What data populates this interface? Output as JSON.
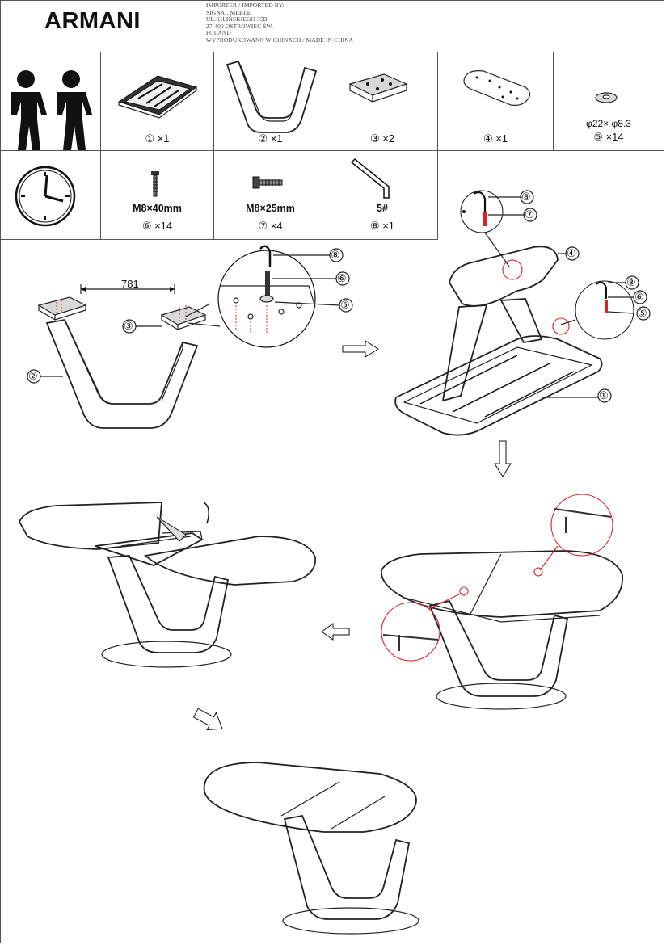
{
  "header": {
    "title": "ARMANI",
    "importer_lines": [
      "IMPORTER / IMPORTED BY:",
      "SIGNAL MEBLE",
      "UL.KILIŃSKIEGO 35B",
      "27-400 OSTROWIEC ŚW.",
      "POLAND",
      "WYPRODUKOWANO W CHINACH / MADE IN CHINA"
    ]
  },
  "parts": [
    {
      "id": "people",
      "label": ""
    },
    {
      "id": "p1",
      "label": "① ×1"
    },
    {
      "id": "p2",
      "label": "② ×1"
    },
    {
      "id": "p3",
      "label": "③ ×2"
    },
    {
      "id": "p4",
      "label": "④ ×1"
    },
    {
      "id": "p5",
      "spec": "φ22× φ8.3",
      "label": "⑤ ×14"
    }
  ],
  "hardware": [
    {
      "id": "clock",
      "label": ""
    },
    {
      "id": "p6",
      "spec": "M8×40mm",
      "label": "⑥ ×14"
    },
    {
      "id": "p7",
      "spec": "M8×25mm",
      "label": "⑦ ×4"
    },
    {
      "id": "p8",
      "spec": "5#",
      "label": "⑧ ×1"
    }
  ],
  "step1": {
    "dimension": "781",
    "callouts": [
      "③",
      "②",
      "⑧",
      "⑥",
      "⑤"
    ]
  },
  "step2": {
    "callouts": [
      "⑧",
      "⑦",
      "④",
      "⑧",
      "⑥",
      "⑤",
      "①"
    ]
  }
}
